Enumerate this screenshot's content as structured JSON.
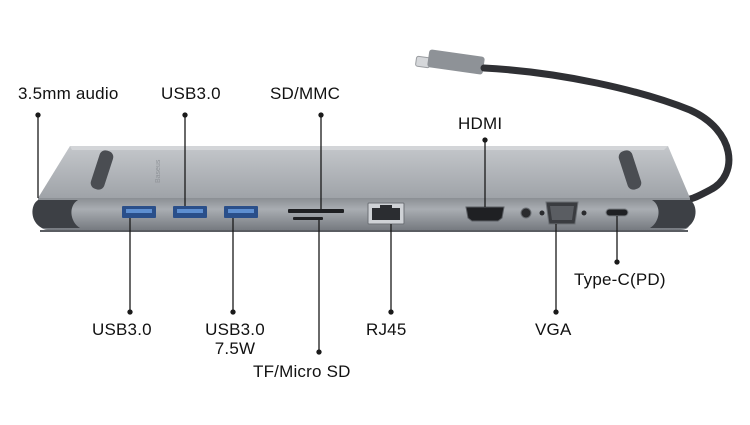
{
  "product": {
    "brand": "Baseus",
    "body_color": "#a7abb1",
    "dark_color": "#3a3d42"
  },
  "callouts": {
    "audio": "3.5mm audio",
    "usb_top": "USB3.0",
    "sd": "SD/MMC",
    "hdmi": "HDMI",
    "usb_bottom_left": "USB3.0",
    "usb_bottom_mid": "USB3.0",
    "usb_bottom_mid_power": "7.5W",
    "tf": "TF/Micro SD",
    "rj45": "RJ45",
    "vga": "VGA",
    "typec": "Type-C(PD)"
  }
}
